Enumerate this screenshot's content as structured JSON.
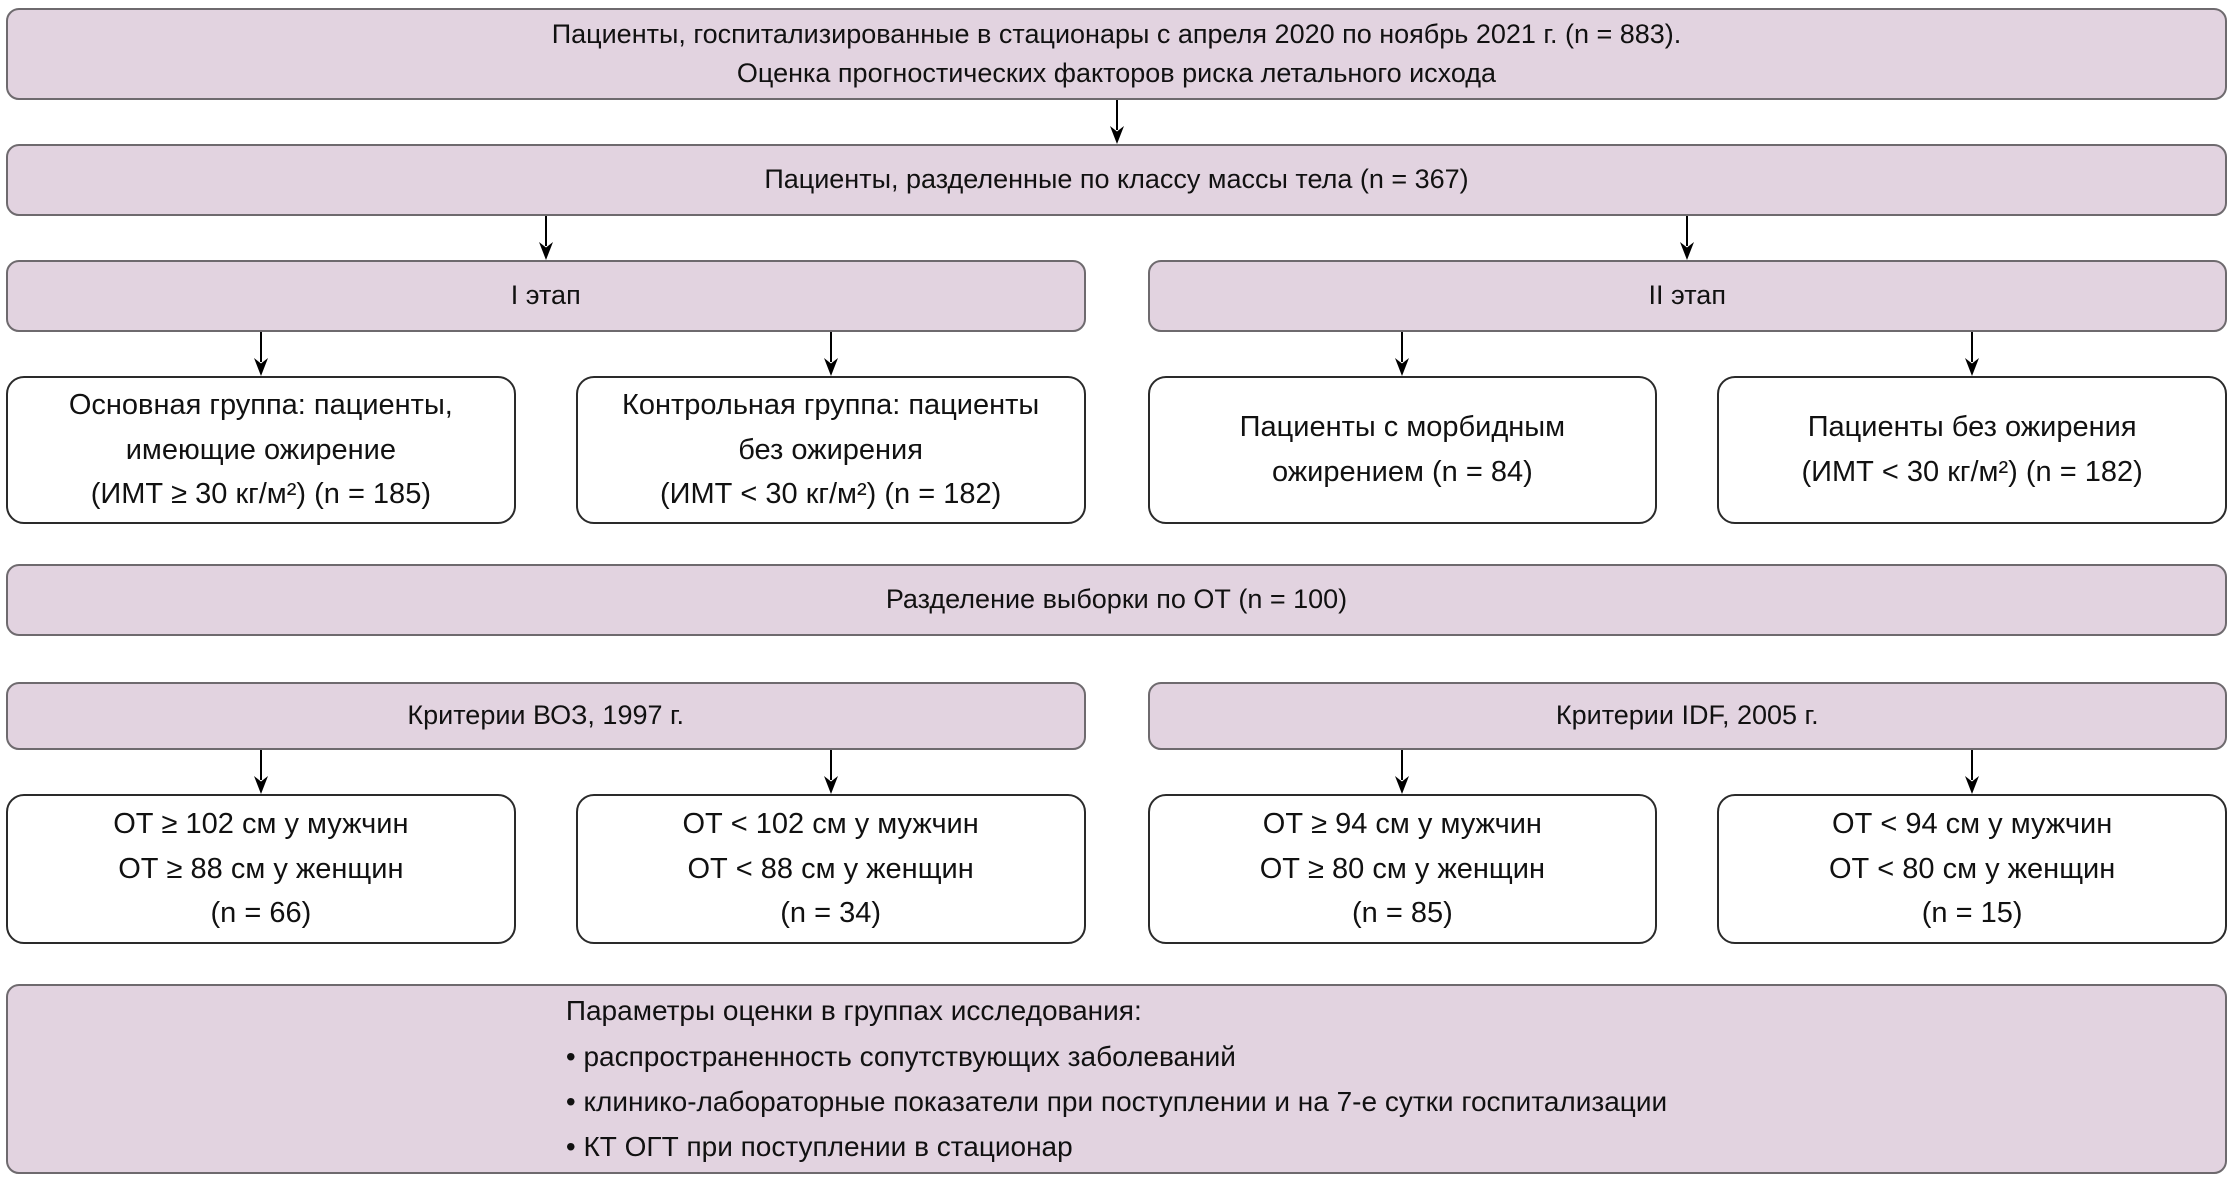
{
  "colors": {
    "node_fill": "#e2d3e0",
    "node_border": "#6e6a6e",
    "box_border": "#2a2a2a",
    "text": "#111111",
    "arrow": "#000000"
  },
  "flow": {
    "top_banner": [
      "Пациенты, госпитализированные в стационары с апреля 2020 по ноябрь 2021 г. (n = 883).",
      "Оценка прогностических факторов риска летального исхода"
    ],
    "weight_class_banner": "Пациенты, разделенные по классу массы тела (n = 367)",
    "stages": [
      {
        "header": "I этап",
        "boxes": [
          [
            "Основная группа: пациенты,",
            "имеющие ожирение",
            "(ИМТ ≥ 30 кг/м²) (n = 185)"
          ],
          [
            "Контрольная группа: пациенты",
            "без ожирения",
            "(ИМТ < 30 кг/м²) (n = 182)"
          ]
        ]
      },
      {
        "header": "II этап",
        "boxes": [
          [
            "Пациенты с морбидным",
            "ожирением (n = 84)"
          ],
          [
            "Пациенты без ожирения",
            "(ИМТ < 30 кг/м²) (n = 182)"
          ]
        ]
      }
    ],
    "ot_banner": "Разделение выборки по ОТ (n = 100)",
    "criteria": [
      {
        "header": "Критерии ВОЗ, 1997 г.",
        "boxes": [
          [
            "ОТ ≥ 102 см у мужчин",
            "ОТ ≥ 88 см у женщин",
            "(n = 66)"
          ],
          [
            "ОТ < 102 см у мужчин",
            "ОТ < 88 см у женщин",
            "(n = 34)"
          ]
        ]
      },
      {
        "header": "Критерии IDF, 2005 г.",
        "boxes": [
          [
            "ОТ ≥ 94 см у мужчин",
            "ОТ ≥ 80 см у женщин",
            "(n = 85)"
          ],
          [
            "ОТ < 94 см у мужчин",
            "ОТ < 80 см у женщин",
            "(n = 15)"
          ]
        ]
      }
    ],
    "parameters_banner": [
      "Параметры оценки в группах исследования:",
      "• распространенность сопутствующих заболеваний",
      "• клинико-лабораторные показатели при поступлении и на 7-е сутки госпитализации",
      "• КТ ОГТ при поступлении в стационар"
    ]
  }
}
